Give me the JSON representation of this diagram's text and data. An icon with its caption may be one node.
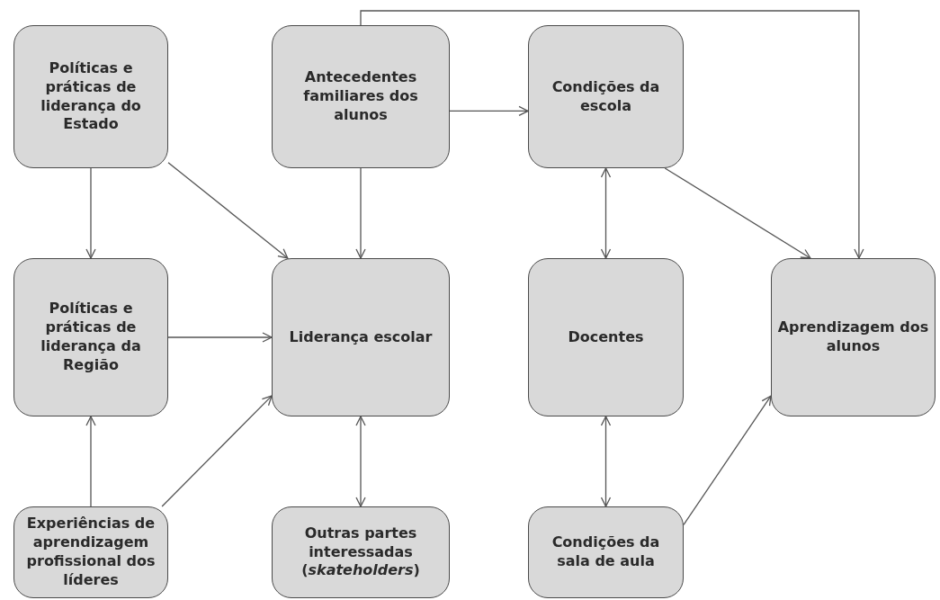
{
  "diagram": {
    "nodes": [
      {
        "text": [
          "Políticas e práticas de liderança do Estado"
        ]
      },
      {
        "text": [
          "Antecedentes familiares dos alunos"
        ]
      },
      {
        "text": [
          "Condições da escola"
        ]
      },
      {
        "text": [
          "Políticas e práticas de liderança da Região"
        ]
      },
      {
        "text": [
          "Liderança escolar"
        ]
      },
      {
        "text": [
          "Docentes"
        ]
      },
      {
        "text": [
          "Aprendizagem dos alunos"
        ]
      },
      {
        "text": [
          "Experiências de aprendizagem profissional dos líderes"
        ]
      },
      {
        "text": [
          "Outras partes interessadas (*skateholders*)"
        ]
      },
      {
        "text": [
          "Condições da sala de aula"
        ]
      }
    ],
    "edges": [
      {
        "from": 0,
        "to": 3,
        "arrow": "to"
      },
      {
        "from": 0,
        "to": 4,
        "arrow": "to"
      },
      {
        "from": 1,
        "to": 4,
        "arrow": "to"
      },
      {
        "from": 1,
        "to": 2,
        "arrow": "to"
      },
      {
        "from": 1,
        "to": 6,
        "arrow": "to"
      },
      {
        "from": 2,
        "to": 5,
        "arrow": "both"
      },
      {
        "from": 2,
        "to": 6,
        "arrow": "to"
      },
      {
        "from": 3,
        "to": 4,
        "arrow": "to"
      },
      {
        "from": 7,
        "to": 3,
        "arrow": "to"
      },
      {
        "from": 7,
        "to": 4,
        "arrow": "to"
      },
      {
        "from": 4,
        "to": 8,
        "arrow": "both"
      },
      {
        "from": 5,
        "to": 9,
        "arrow": "both"
      },
      {
        "from": 9,
        "to": 6,
        "arrow": "to"
      }
    ]
  }
}
